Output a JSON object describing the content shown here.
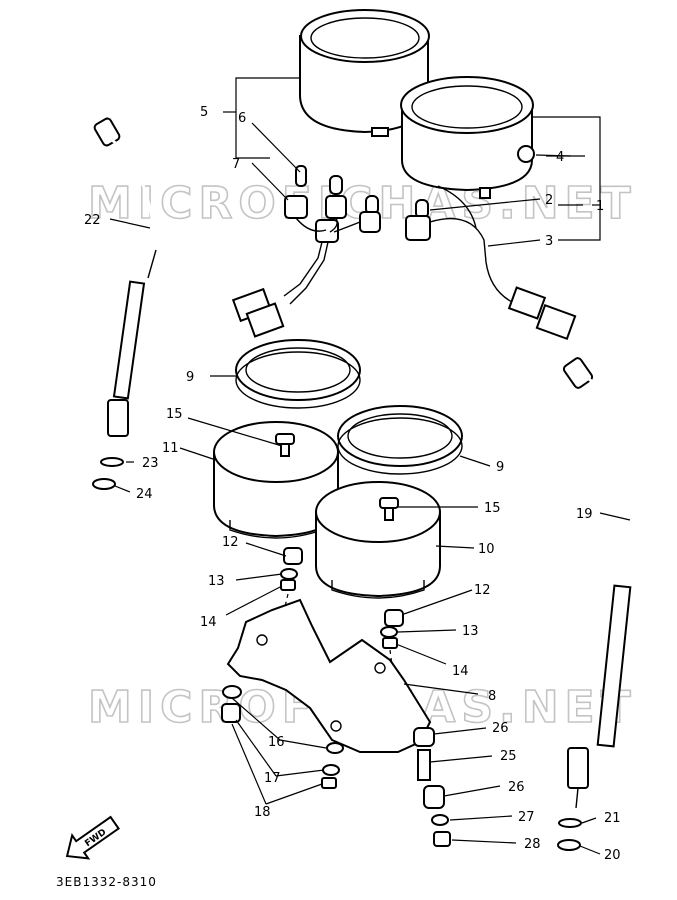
{
  "watermarks": [
    "MICROFICHAS.NET",
    "MICROFICHAS.NET"
  ],
  "callouts": [
    {
      "id": "c1",
      "text": "1"
    },
    {
      "id": "c2",
      "text": "2"
    },
    {
      "id": "c3",
      "text": "3"
    },
    {
      "id": "c4",
      "text": "4"
    },
    {
      "id": "c5",
      "text": "5"
    },
    {
      "id": "c6",
      "text": "6"
    },
    {
      "id": "c7",
      "text": "7"
    },
    {
      "id": "c8",
      "text": "8"
    },
    {
      "id": "c9a",
      "text": "9"
    },
    {
      "id": "c9b",
      "text": "9"
    },
    {
      "id": "c10",
      "text": "10"
    },
    {
      "id": "c11",
      "text": "11"
    },
    {
      "id": "c12a",
      "text": "12"
    },
    {
      "id": "c12b",
      "text": "12"
    },
    {
      "id": "c13a",
      "text": "13"
    },
    {
      "id": "c13b",
      "text": "13"
    },
    {
      "id": "c14a",
      "text": "14"
    },
    {
      "id": "c14b",
      "text": "14"
    },
    {
      "id": "c15a",
      "text": "15"
    },
    {
      "id": "c15b",
      "text": "15"
    },
    {
      "id": "c16",
      "text": "16"
    },
    {
      "id": "c17",
      "text": "17"
    },
    {
      "id": "c18",
      "text": "18"
    },
    {
      "id": "c19",
      "text": "19"
    },
    {
      "id": "c20",
      "text": "20"
    },
    {
      "id": "c21",
      "text": "21"
    },
    {
      "id": "c22",
      "text": "22"
    },
    {
      "id": "c23",
      "text": "23"
    },
    {
      "id": "c24",
      "text": "24"
    },
    {
      "id": "c25",
      "text": "25"
    },
    {
      "id": "c26a",
      "text": "26"
    },
    {
      "id": "c26b",
      "text": "26"
    },
    {
      "id": "c27",
      "text": "27"
    },
    {
      "id": "c28",
      "text": "28"
    }
  ],
  "fwd_label": "FWD",
  "diagram_code": "3EB1332-8310"
}
